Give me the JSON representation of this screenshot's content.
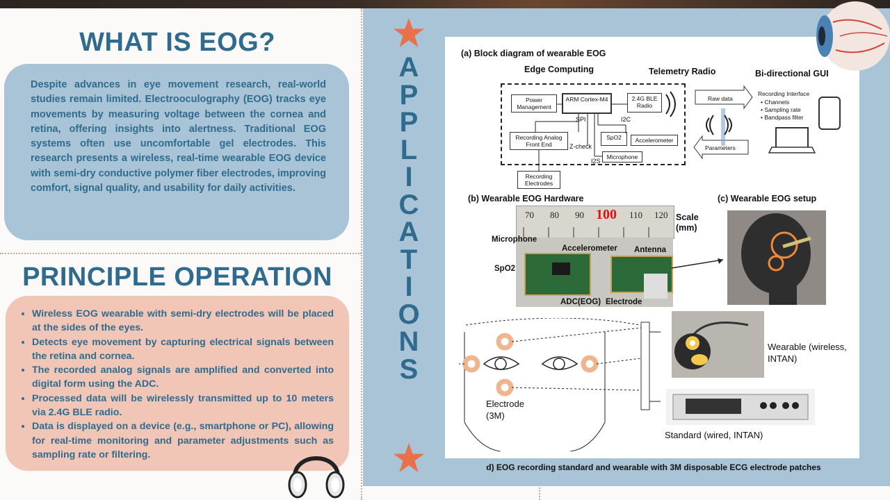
{
  "left": {
    "section1": {
      "title": "WHAT IS EOG?",
      "body": "Despite advances in eye movement research, real-world studies remain limited. Electrooculography (EOG) tracks eye movements by measuring voltage between the cornea and retina, offering insights into alertness. Traditional EOG systems often use uncomfortable gel electrodes. This research presents a wireless, real-time wearable EOG device with semi-dry conductive polymer fiber electrodes, improving comfort, signal quality, and usability for daily activities."
    },
    "section2": {
      "title": "PRINCIPLE OPERATION",
      "bullets": [
        "Wireless EOG wearable with semi-dry electrodes will  be placed at the sides of the eyes.",
        "Detects eye movement by capturing electrical signals between the retina and cornea.",
        "The recorded analog signals are amplified and converted into digital form using the ADC.",
        "Processed data will be wirelessly transmitted up to 10 meters via 2.4G BLE radio.",
        "Data is displayed on a device (e.g., smartphone or PC), allowing for real-time monitoring and parameter adjustments such as sampling rate or filtering."
      ]
    }
  },
  "right": {
    "vertical_title": [
      "A",
      "P",
      "P",
      "L",
      "I",
      "C",
      "A",
      "T",
      "I",
      "O",
      "N",
      "S"
    ],
    "figure": {
      "a_title": "(a) Block diagram of wearable EOG",
      "edge_computing": "Edge Computing",
      "telemetry_radio": "Telemetry Radio",
      "gui": "Bi-directional GUI",
      "power_mgmt": "Power Management",
      "arm": "ARM Cortex-M4",
      "ble": "2.4G BLE Radio",
      "spi": "SPI",
      "i2c": "I2C",
      "recording_afe": "Recording Analog Front End",
      "zcheck": "Z-check",
      "spo2": "SpO2",
      "accelerometer": "Accelerometer",
      "i2s": "I2S",
      "microphone": "Microphone",
      "recording_electrodes": "Recording Electrodes",
      "raw_data": "Raw data",
      "parameters": "Parameters",
      "recording_interface": "Recording Interface",
      "gui_items": [
        "Channels",
        "Sampling rate",
        "Bandpass filter"
      ],
      "b_title": "(b) Wearable EOG Hardware",
      "c_title": "(c) Wearable EOG setup",
      "scale_label": "Scale (mm)",
      "ruler_ticks": [
        "70",
        "80",
        "90",
        "100",
        "110",
        "120"
      ],
      "hw_microphone": "Microphone",
      "hw_accelerometer": "Accelerometer",
      "hw_antenna": "Antenna",
      "hw_spo2": "SpO2",
      "hw_adc": "ADC(EOG)",
      "hw_electrode": "Electrode",
      "d_electrode": "Electrode (3M)",
      "d_wearable": "Wearable (wireless, INTAN)",
      "d_standard": "Standard (wired, INTAN)",
      "caption": "d) EOG recording standard and wearable with 3M disposable ECG electrode patches"
    }
  },
  "colors": {
    "accent_blue": "#2f6b8e",
    "panel_blue": "#a9c4d6",
    "panel_pink": "#f1c6b7",
    "star_orange": "#e8704a"
  }
}
